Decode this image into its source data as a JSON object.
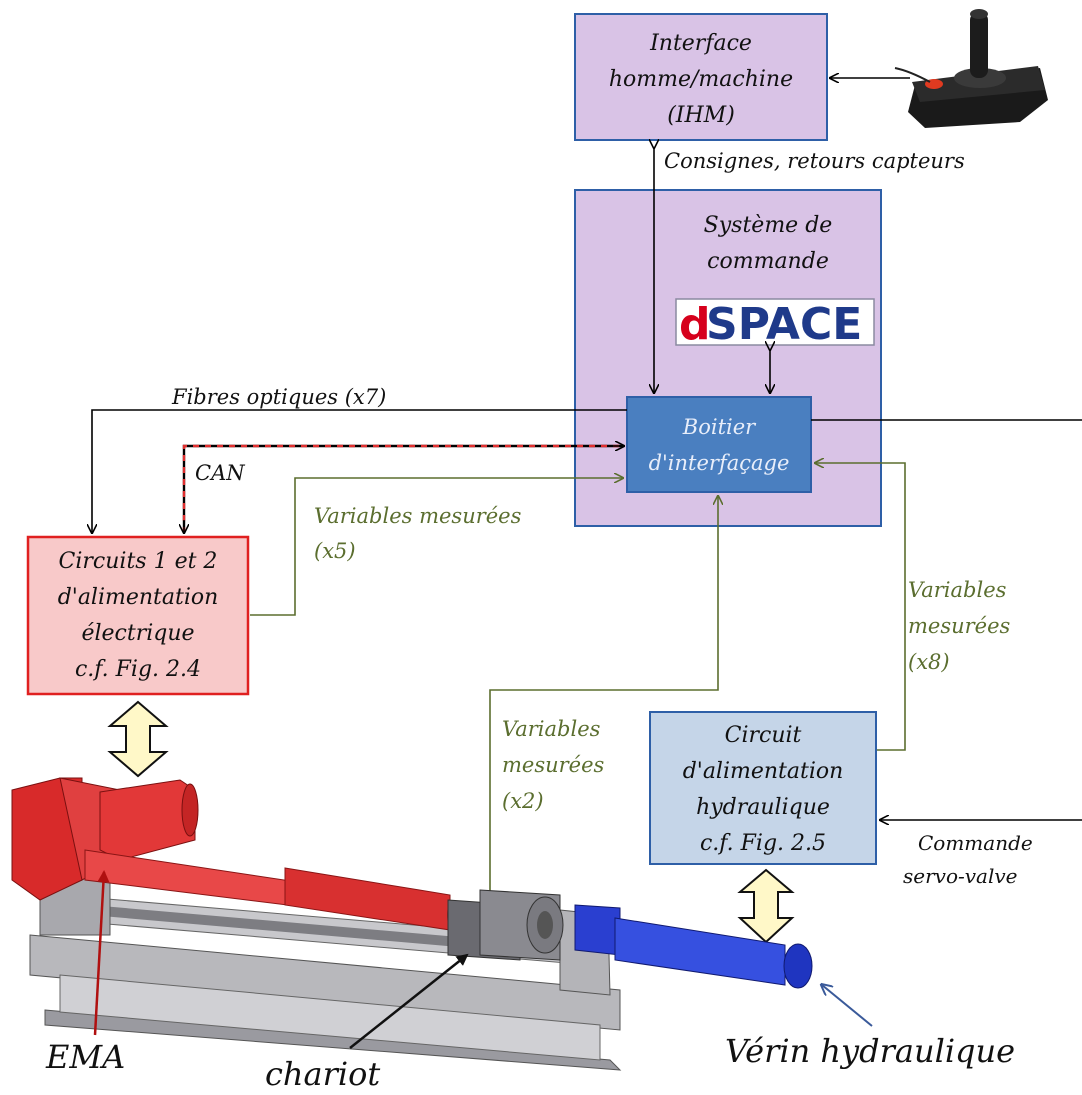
{
  "blocks": {
    "ihm": [
      "Interface",
      "homme/machine",
      "(IHM)"
    ],
    "systeme": [
      "Système de",
      "commande"
    ],
    "dspace": {
      "first": "d",
      "rest": "SPACE"
    },
    "boitier": [
      "Boitier",
      "d'interfaçage"
    ],
    "circuits_elec": [
      "Circuits 1 et 2",
      "d'alimentation",
      "électrique",
      "c.f. Fig. 2.4"
    ],
    "circuit_hydro": [
      "Circuit",
      "d'alimentation",
      "hydraulique",
      "c.f. Fig. 2.5"
    ]
  },
  "labels": {
    "consignes": "Consignes, retours capteurs",
    "fibres": "Fibres optiques (x7)",
    "can": "CAN",
    "var_x5": [
      "Variables mesurées",
      "(x5)"
    ],
    "var_x8": [
      "Variables",
      "mesurées",
      "(x8)"
    ],
    "var_x2": [
      "Variables",
      "mesurées",
      "(x2)"
    ],
    "commande": [
      "Commande",
      "servo-valve"
    ],
    "ema": "EMA",
    "chariot": "chariot",
    "verin": "Vérin hydraulique"
  },
  "colors": {
    "purple_fill": "#d9c3e6",
    "box_border": "#2e5fa7",
    "boitier_fill": "#4a7fc0",
    "red_fill": "#f8c9c9",
    "red_border": "#e02020",
    "hydro_fill": "#c5d5e8",
    "green_wire": "#5b6e2f",
    "actuator_red": "#e03030",
    "actuator_blue": "#2a3fd0",
    "arrow_fill": "#fff8c8"
  }
}
